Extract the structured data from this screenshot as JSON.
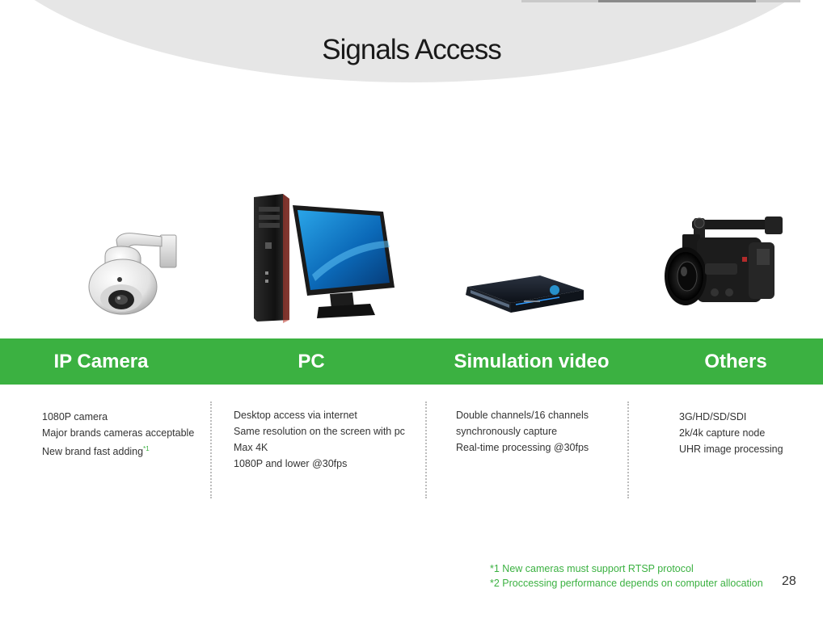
{
  "title": "Signals Access",
  "accent_color": "#3bb141",
  "columns": [
    {
      "label": "IP Camera",
      "icon": "ip-camera-icon",
      "lines": [
        "1080P camera",
        "Major brands cameras acceptable",
        "New brand fast adding"
      ],
      "superscript": "*1"
    },
    {
      "label": "PC",
      "icon": "desktop-pc-icon",
      "lines": [
        "Desktop access via internet",
        "Same resolution on the screen with pc",
        "Max 4K",
        "1080P and lower @30fps"
      ]
    },
    {
      "label": "Simulation video",
      "icon": "capture-box-icon",
      "lines": [
        "Double channels/16 channels",
        "synchronously capture",
        "Real-time processing @30fps"
      ]
    },
    {
      "label": "Others",
      "icon": "camcorder-icon",
      "lines": [
        "3G/HD/SD/SDI",
        "2k/4k capture node",
        "UHR image processing"
      ]
    }
  ],
  "footnotes": [
    "*1 New cameras must support RTSP protocol",
    "*2 Proccessing performance depends on computer allocation"
  ],
  "page_number": "28"
}
